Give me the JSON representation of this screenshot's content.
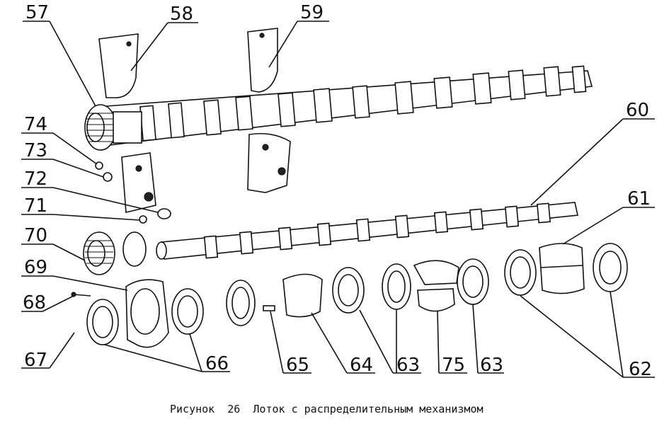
{
  "caption": "Рисунок  26  Лоток с распределительным механизмом",
  "callouts": [
    "57",
    "58",
    "59",
    "60",
    "61",
    "62",
    "63",
    "63",
    "64",
    "65",
    "66",
    "67",
    "68",
    "69",
    "70",
    "71",
    "72",
    "73",
    "74",
    "75"
  ]
}
